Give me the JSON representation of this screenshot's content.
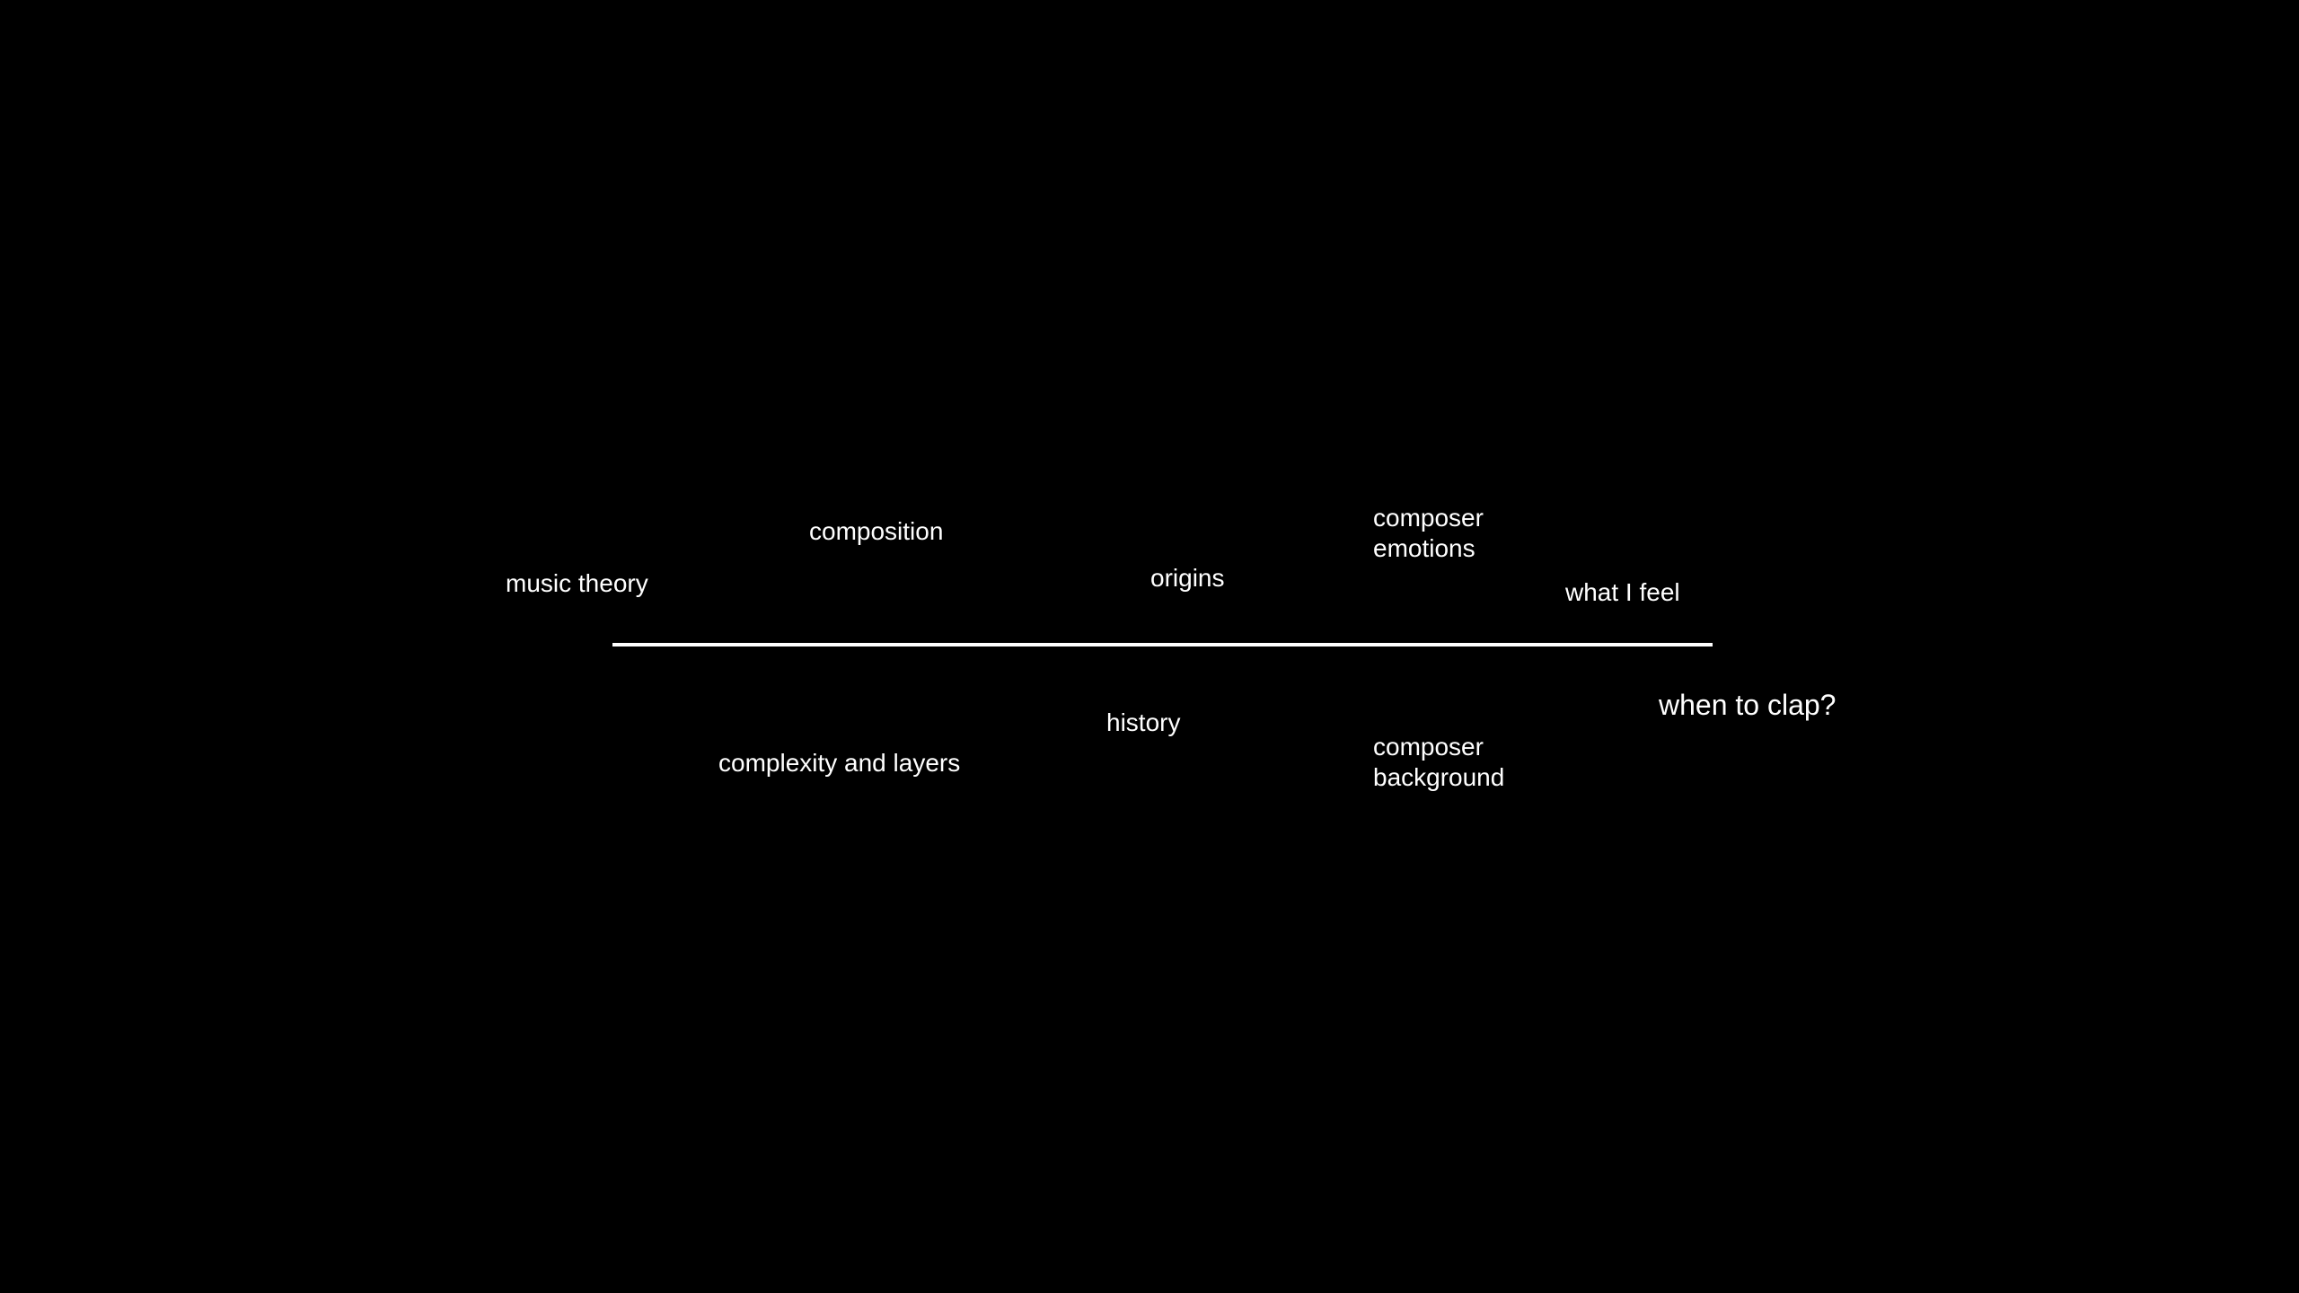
{
  "above": {
    "music_theory": "music theory",
    "composition": "composition",
    "origins": "origins",
    "composer_emotions": [
      "composer",
      "emotions"
    ],
    "what_i_feel": "what I feel"
  },
  "below": {
    "complexity": "complexity and layers",
    "history": "history",
    "composer_background": [
      "composer",
      "background"
    ]
  },
  "endpoint": "when to clap?"
}
